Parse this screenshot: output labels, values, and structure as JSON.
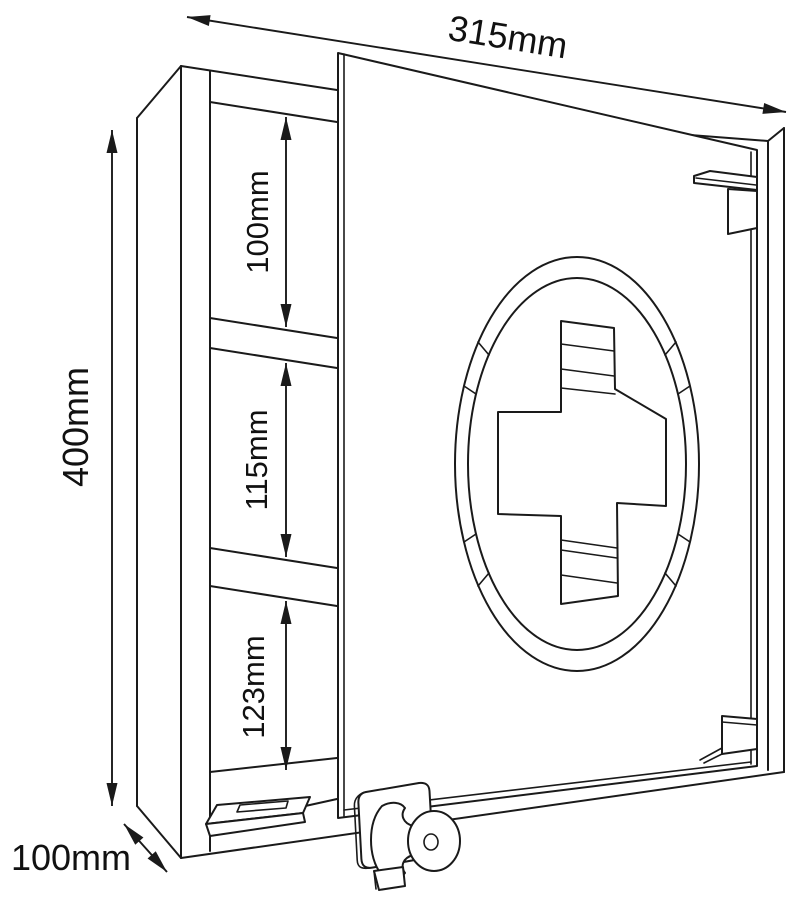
{
  "figure": {
    "subject": "first-aid wall cabinet technical drawing",
    "background_color": "#ffffff",
    "line_color": "#1a1a1a"
  },
  "dimensions": {
    "overall_width_label": "315mm",
    "overall_height_label": "400mm",
    "overall_depth_label": "100mm",
    "top_compartment_label": "100mm",
    "middle_compartment_label": "115mm",
    "bottom_compartment_label": "123mm"
  }
}
